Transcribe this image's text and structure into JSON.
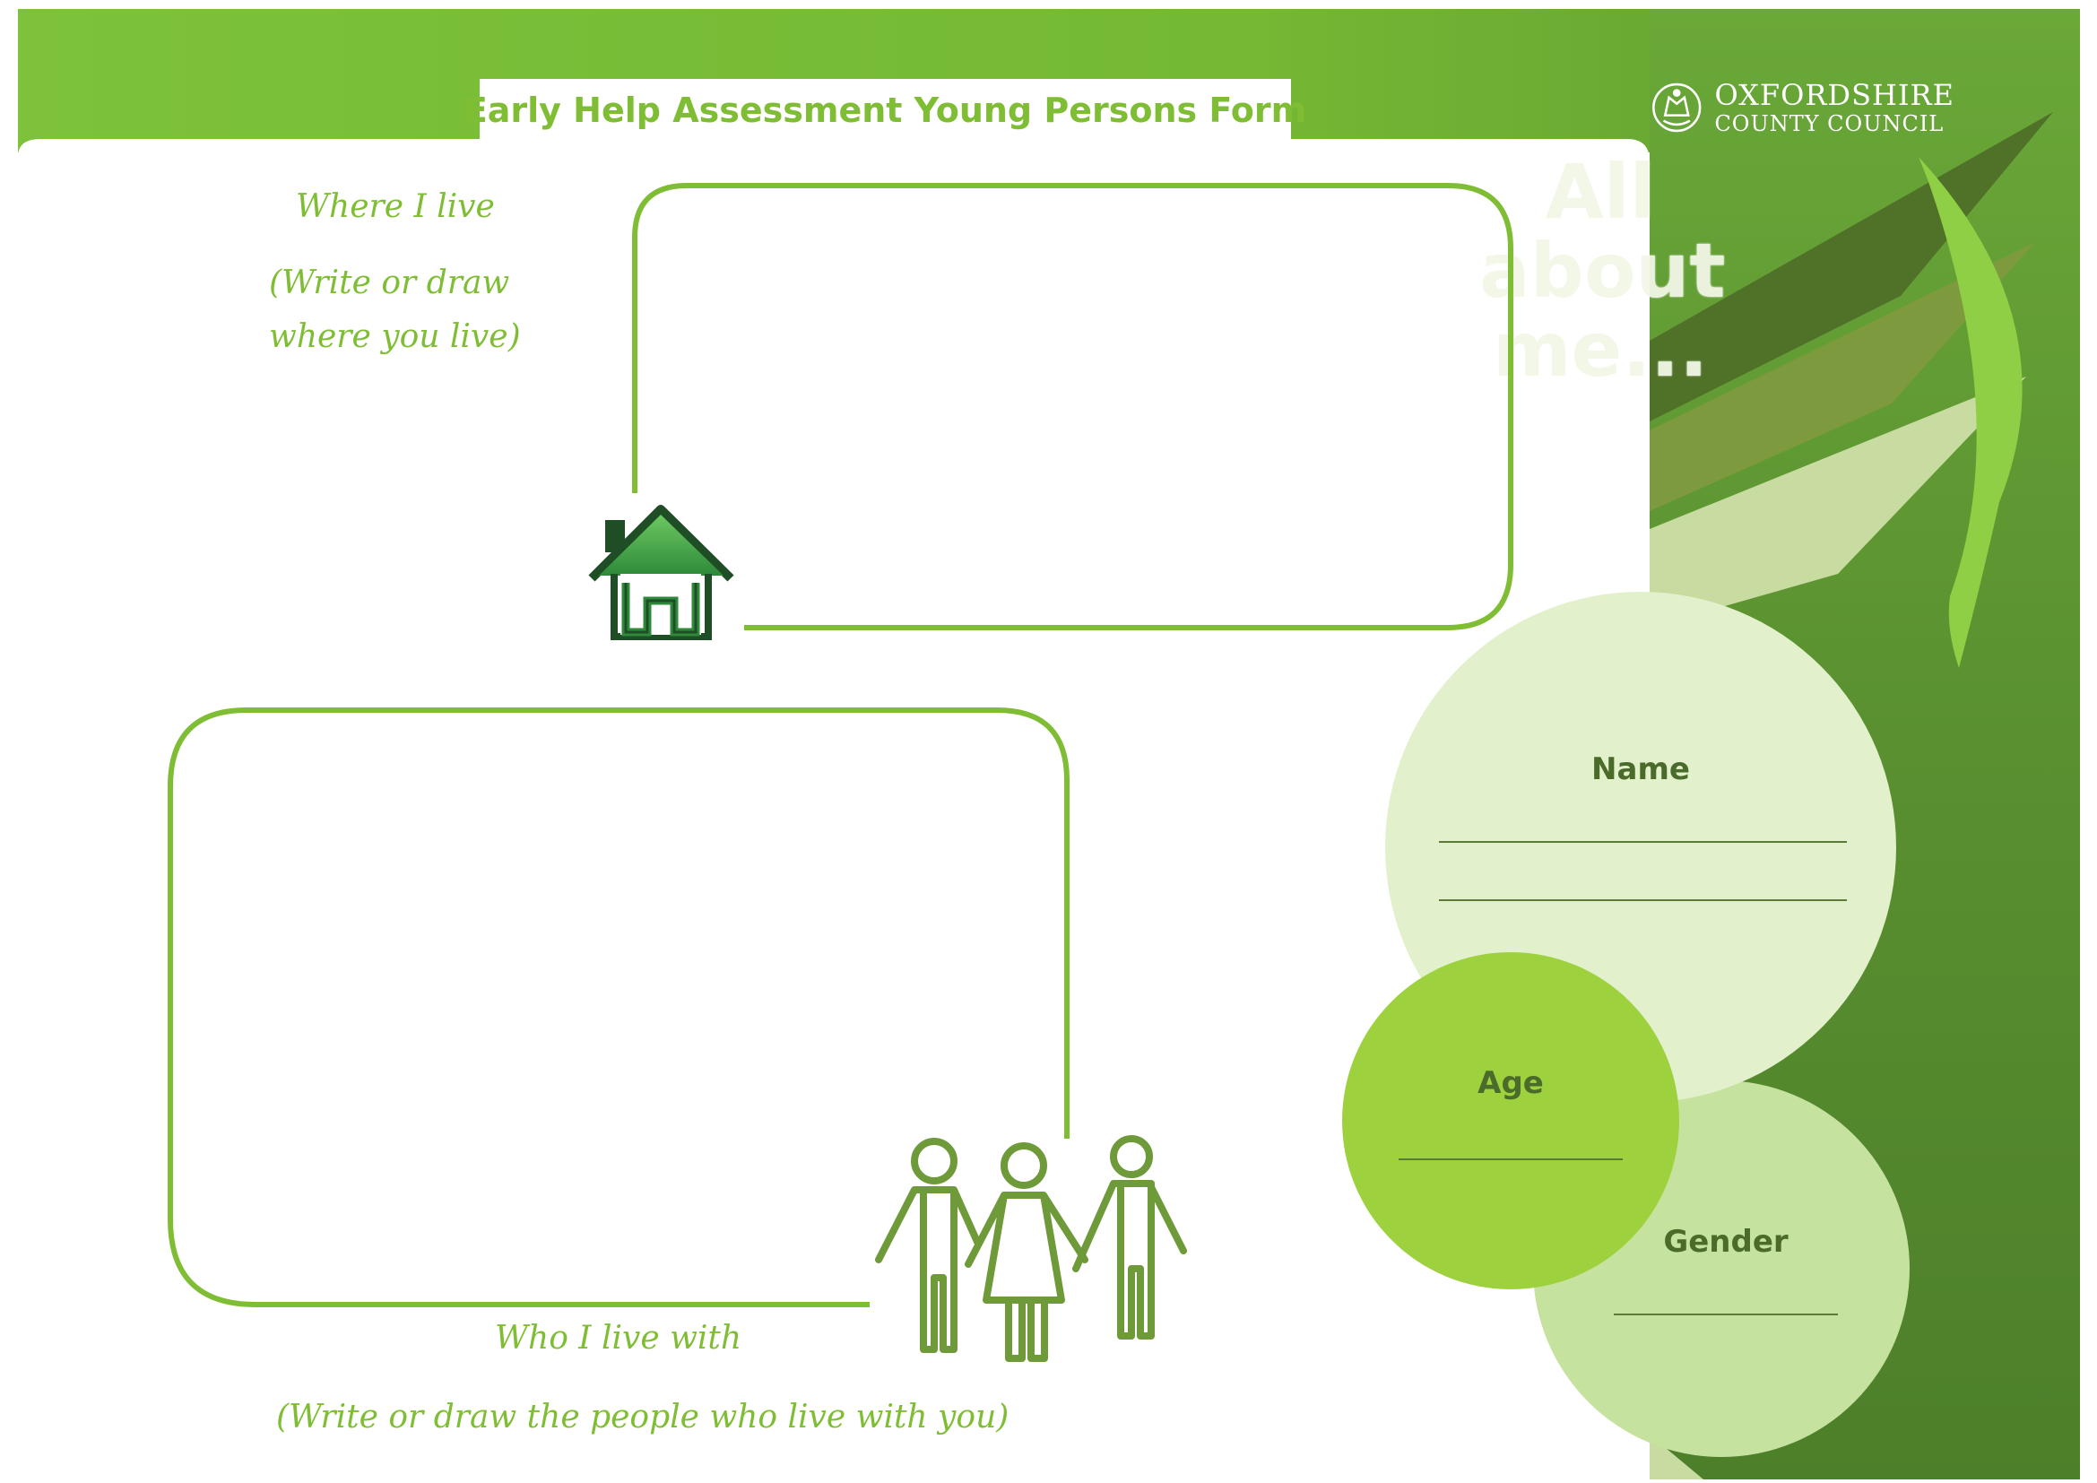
{
  "header": {
    "title": "Early Help Assessment Young Persons Form",
    "logo_line1": "OXFORDSHIRE",
    "logo_line2": "COUNTY COUNCIL",
    "logo_icon": "county-crest-icon"
  },
  "side_panel": {
    "heading_line1": "All",
    "heading_line2": "about",
    "heading_line3": "me..."
  },
  "where_i_live": {
    "label": "Where I live",
    "hint_line1": "(Write or draw",
    "hint_line2": "where you live)",
    "icon": "house-icon"
  },
  "who_i_live_with": {
    "label": "Who I live with",
    "hint": "(Write or draw the people who live with you)",
    "icon": "family-icon"
  },
  "profile": {
    "name_label": "Name",
    "age_label": "Age",
    "gender_label": "Gender"
  },
  "colors": {
    "brand_green": "#7fbe34",
    "dark_green": "#4d7a2a",
    "pale_green": "#e2f0cc",
    "lime_green": "#9dd13e",
    "light_green": "#c6e29f"
  }
}
